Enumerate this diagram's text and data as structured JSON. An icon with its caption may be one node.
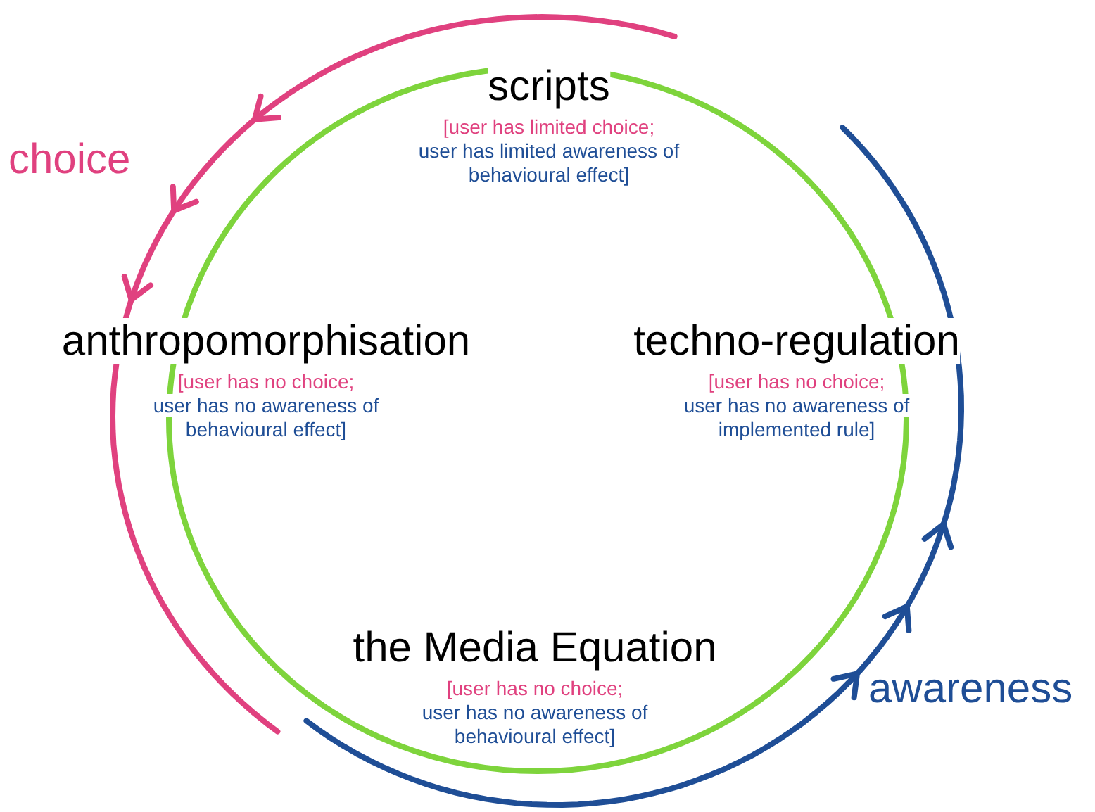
{
  "diagram": {
    "labels": [
      "choice",
      "scripts",
      "[user has limited choice;",
      "user has limited awareness of behavioural effect]",
      "anthropomorphisation",
      "[user has no choice;",
      "user has no awareness of behavioural effect]",
      "techno-regulation",
      "[user has no choice;",
      "user has no awareness of implemented rule]",
      "the Media Equation",
      "[user has no choice;",
      "user has no awareness of behavioural effect]",
      "awareness"
    ]
  }
}
